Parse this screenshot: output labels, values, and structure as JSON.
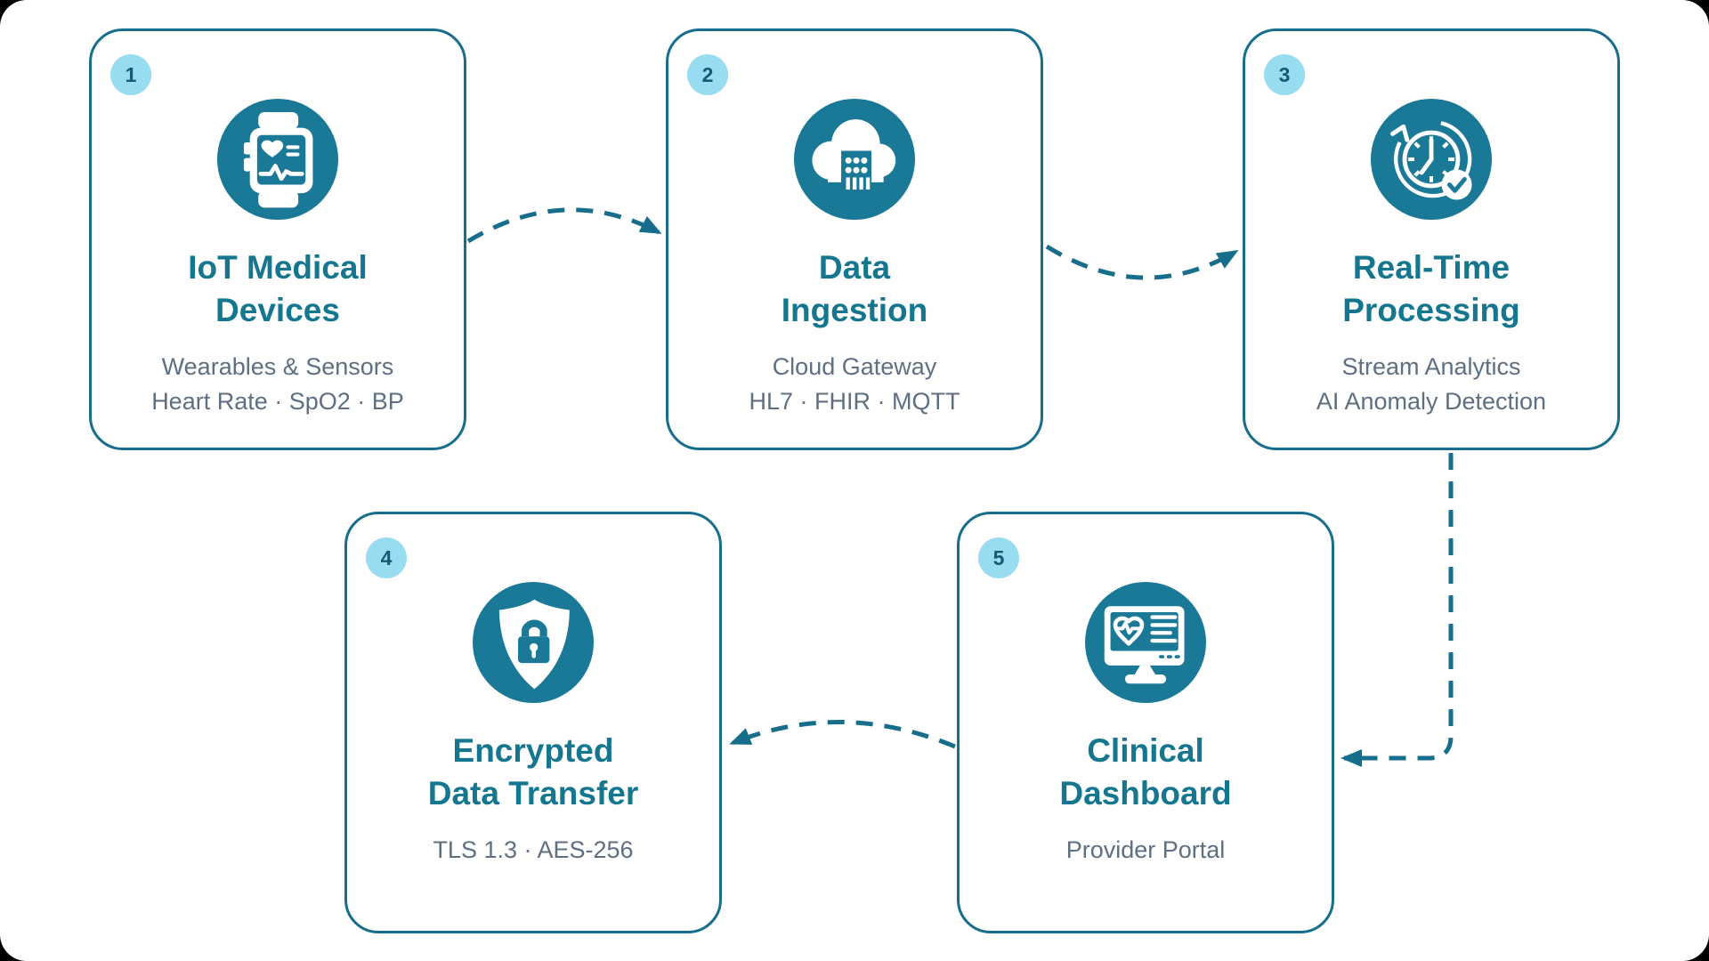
{
  "diagram": {
    "title": "",
    "colors": {
      "accent_teal": "#176e8c",
      "icon_circle": "#1a7997",
      "step_title": "#15768f",
      "step_subtitle": "#5f6f82",
      "badge_bg": "#97dcf1",
      "badge_text": "#175a73",
      "card_bg": "#ffffff",
      "page_bg": "#ffffff"
    },
    "steps": [
      {
        "number": "1",
        "icon": "smartwatch-health-icon",
        "title_lines": [
          "IoT Medical",
          "Devices"
        ],
        "subtitle_lines": [
          "Wearables & Sensors",
          "Heart Rate · SpO2 · BP"
        ]
      },
      {
        "number": "2",
        "icon": "cloud-gateway-icon",
        "title_lines": [
          "Data",
          "Ingestion"
        ],
        "subtitle_lines": [
          "Cloud Gateway",
          "HL7 · FHIR · MQTT"
        ]
      },
      {
        "number": "3",
        "icon": "clock-sync-icon",
        "title_lines": [
          "Real-Time",
          "Processing"
        ],
        "subtitle_lines": [
          "Stream Analytics",
          "AI Anomaly Detection"
        ]
      },
      {
        "number": "4",
        "icon": "shield-lock-icon",
        "title_lines": [
          "Encrypted",
          "Data Transfer"
        ],
        "subtitle_lines": [
          "TLS 1.3 · AES-256"
        ]
      },
      {
        "number": "5",
        "icon": "clinical-monitor-icon",
        "title_lines": [
          "Clinical",
          "Dashboard"
        ],
        "subtitle_lines": [
          "Provider Portal"
        ]
      }
    ],
    "connections": [
      {
        "from": "1",
        "to": "2",
        "style": "dashed-arc"
      },
      {
        "from": "2",
        "to": "3",
        "style": "dashed-arc"
      },
      {
        "from": "3",
        "to": "5",
        "style": "dashed-elbow"
      },
      {
        "from": "5",
        "to": "4",
        "style": "dashed-arc"
      }
    ]
  }
}
